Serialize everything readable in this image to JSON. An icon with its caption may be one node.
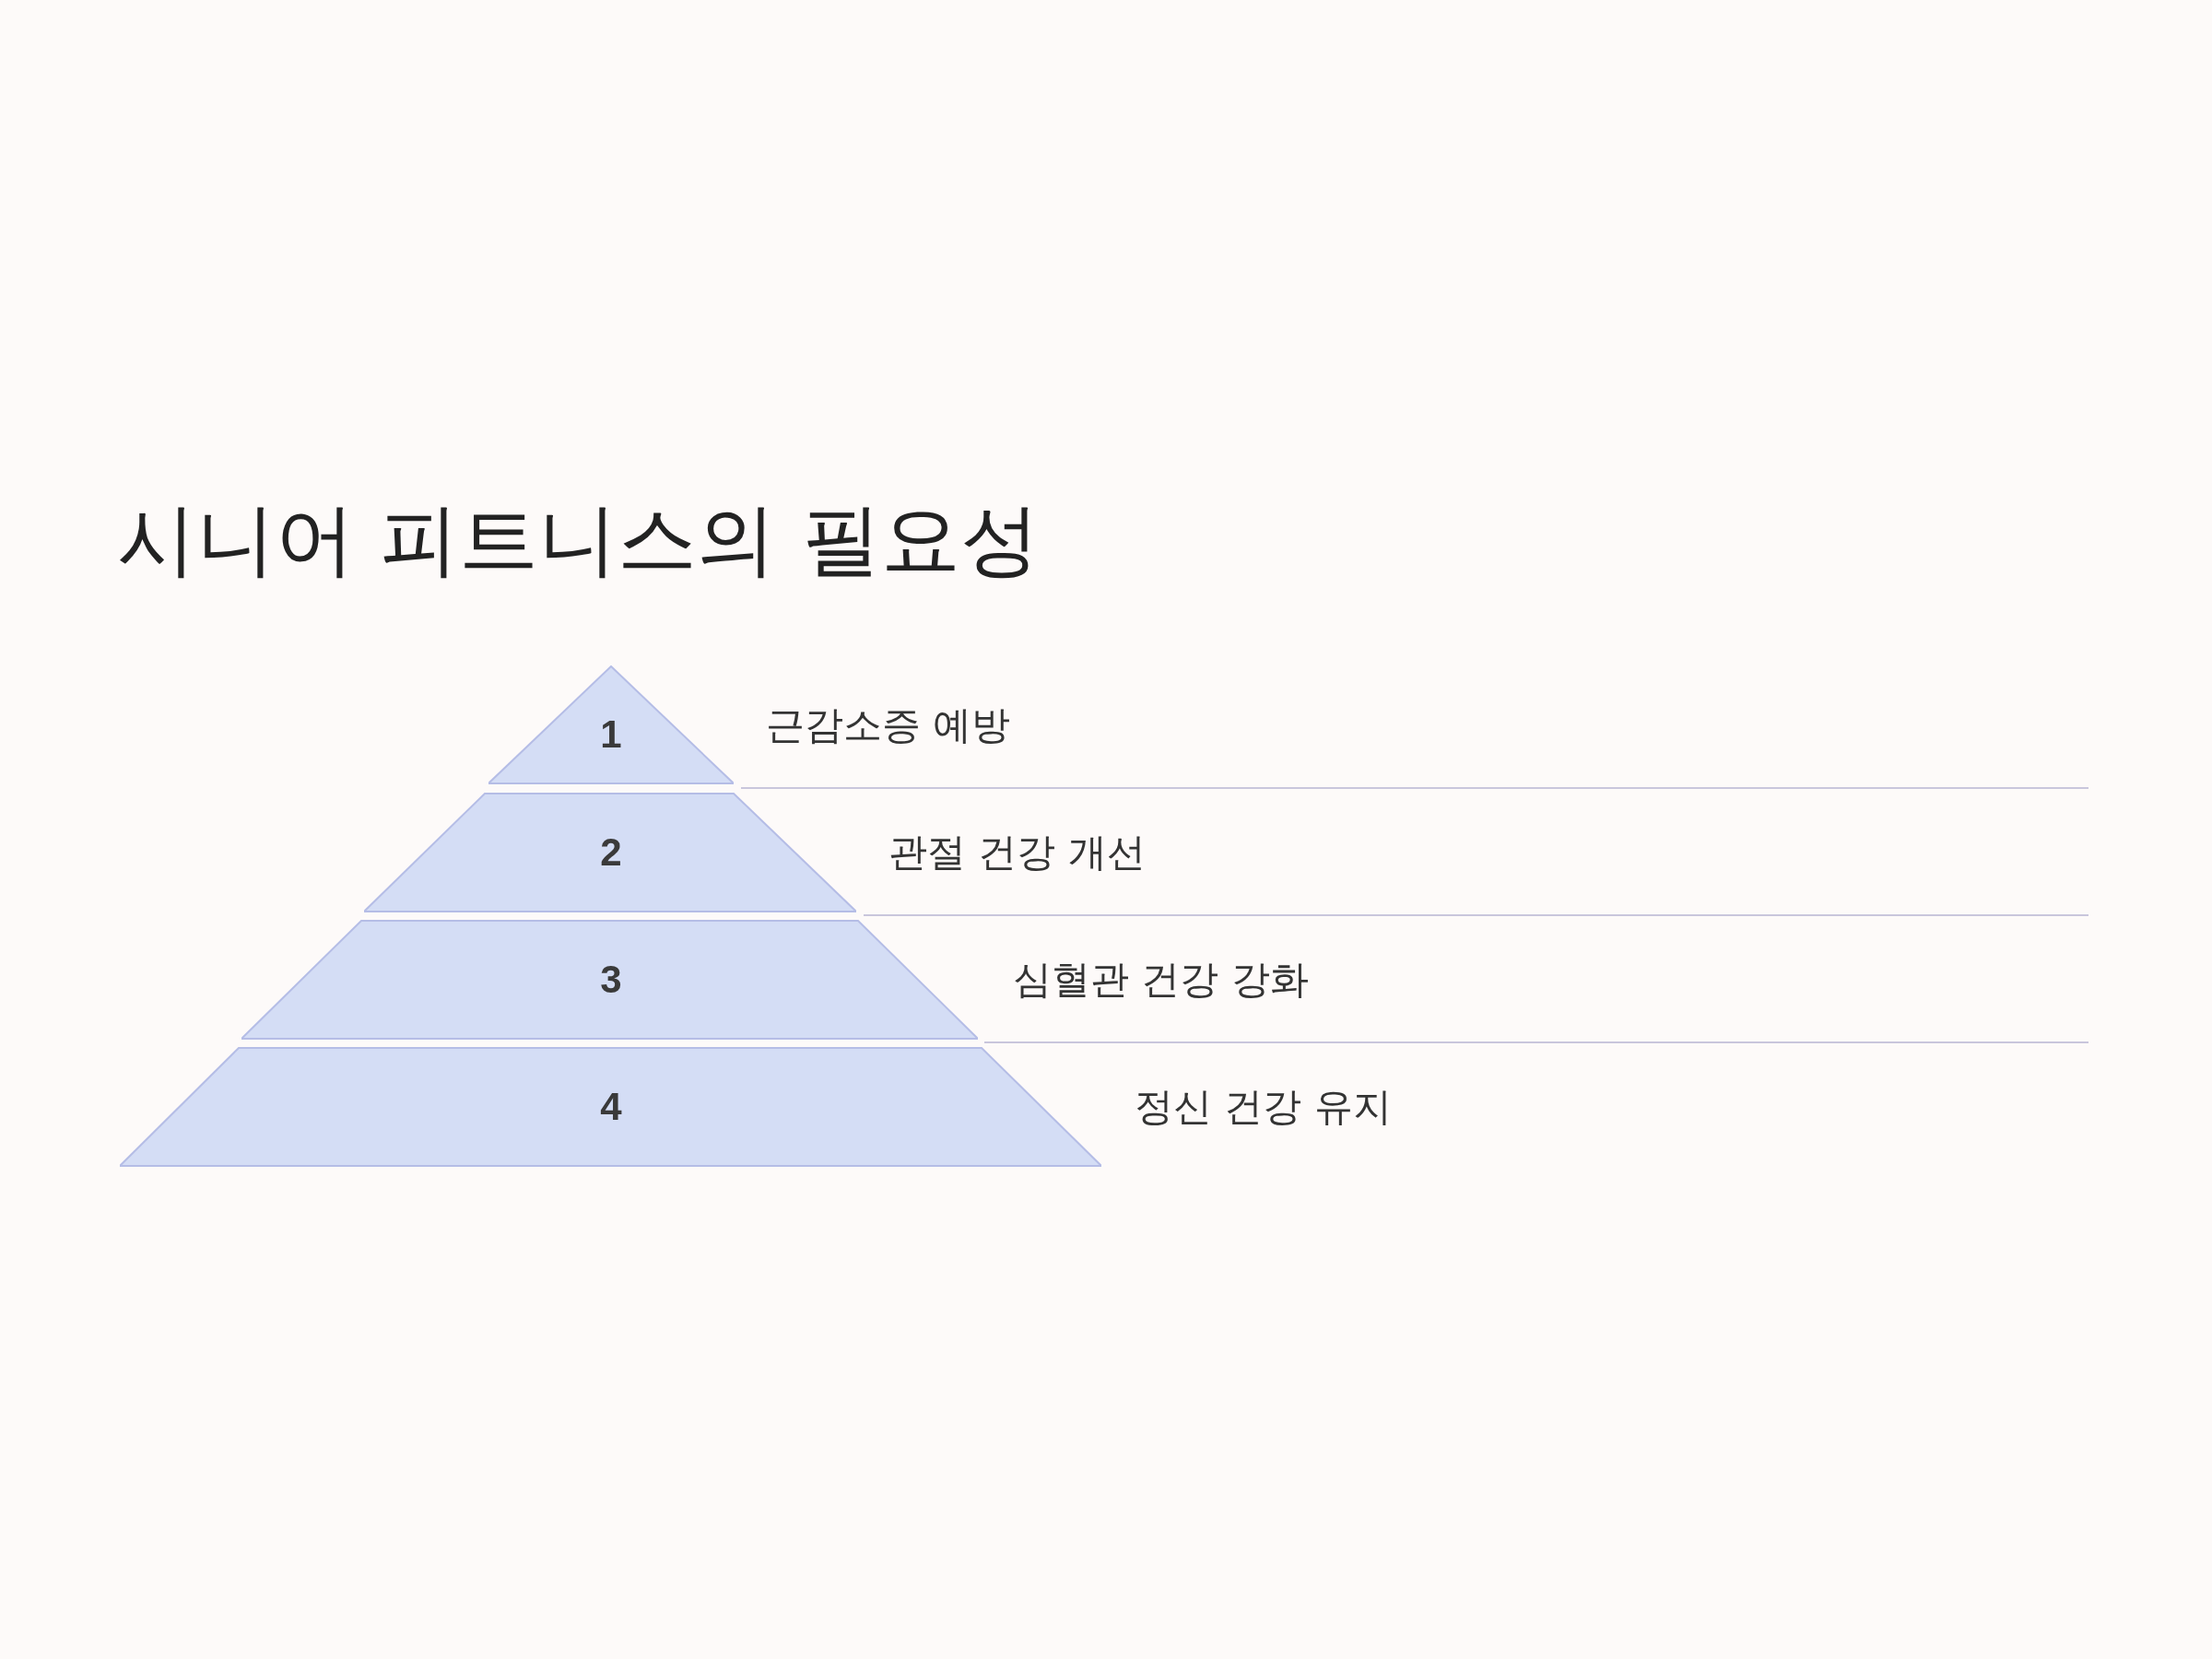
{
  "diagram": {
    "title": "시니어 피트니스의 필요성",
    "nodes": [
      {
        "text": [
          "1"
        ],
        "beside": [
          "근감소증 예방"
        ]
      },
      {
        "text": [
          "2"
        ],
        "beside": [
          "관절 건강 개선"
        ]
      },
      {
        "text": [
          "3"
        ],
        "beside": [
          "심혈관 건강 강화"
        ]
      },
      {
        "text": [
          "4"
        ],
        "beside": [
          "정신 건강 유지"
        ]
      }
    ]
  }
}
